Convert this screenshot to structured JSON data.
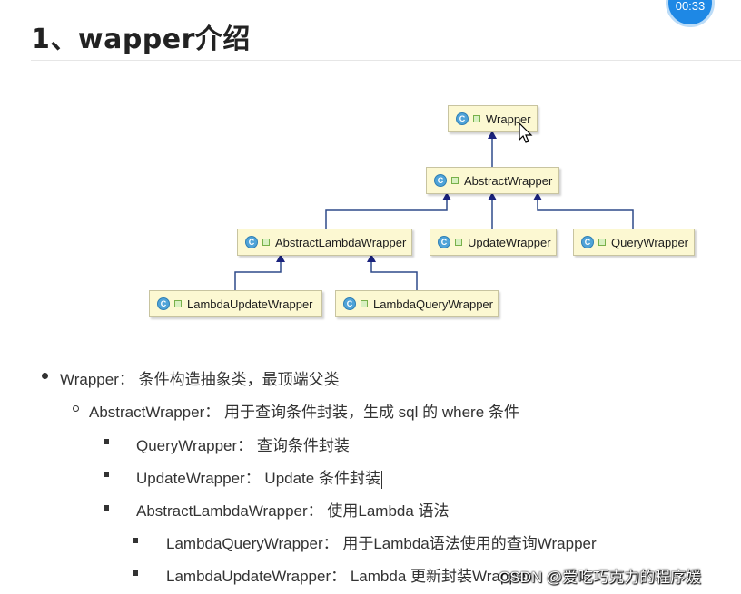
{
  "title": "1、wapper介绍",
  "timer": "00:33",
  "diagram": {
    "icon_letter": "C",
    "nodes": {
      "wrapper": "Wrapper",
      "abstract": "AbstractWrapper",
      "abstract_lambda": "AbstractLambdaWrapper",
      "update": "UpdateWrapper",
      "query": "QueryWrapper",
      "lambda_update": "LambdaUpdateWrapper",
      "lambda_query": "LambdaQueryWrapper"
    }
  },
  "bullets": {
    "wrapper": "Wrapper： 条件构造抽象类，最顶端父类",
    "abstract": "AbstractWrapper： 用于查询条件封装，生成 sql 的 where 条件",
    "query": "QueryWrapper： 查询条件封装",
    "update": "UpdateWrapper： Update 条件封装",
    "abstract_lambda": "AbstractLambdaWrapper： 使用Lambda 语法",
    "lambda_query": "LambdaQueryWrapper： 用于Lambda语法使用的查询Wrapper",
    "lambda_update": "LambdaUpdateWrapper： Lambda 更新封装Wrapper"
  },
  "watermark": "CSDN @爱吃巧克力的程序媛"
}
